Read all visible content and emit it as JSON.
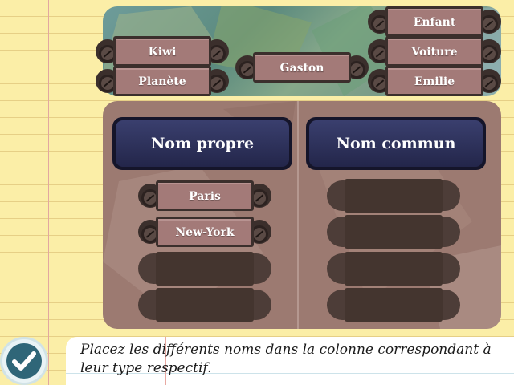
{
  "word_bank": {
    "tags": [
      "Kiwi",
      "Planète",
      "Gaston",
      "Enfant",
      "Voiture",
      "Emilie"
    ]
  },
  "columns": [
    {
      "header": "Nom propre",
      "placed": [
        "Paris",
        "New-York"
      ],
      "empty_slots": 2
    },
    {
      "header": "Nom commun",
      "placed": [],
      "empty_slots": 4
    }
  ],
  "instruction": "Placez les différents noms dans la colonne correspondant à leur type respectif.",
  "icons": {
    "validate": "checkmark-icon",
    "screw": "screw-icon"
  },
  "colors": {
    "header_bg": "#23264a",
    "tag_face": "#a37a78",
    "board": "#9c7a71",
    "validate": "#2f6678"
  }
}
